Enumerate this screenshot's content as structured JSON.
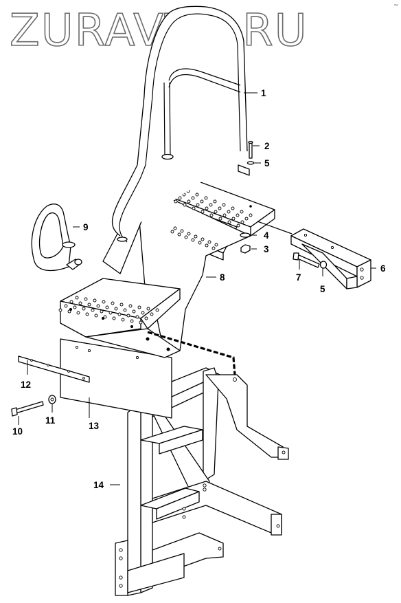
{
  "watermark": "ZURAVTO.RU",
  "corner_mark": "~",
  "callouts": {
    "c1": "1",
    "c2": "2",
    "c3": "3",
    "c4": "4",
    "c5a": "5",
    "c5b": "5",
    "c6": "6",
    "c7": "7",
    "c8": "8",
    "c9": "9",
    "c10": "10",
    "c11": "11",
    "c12": "12",
    "c13": "13",
    "c14": "14"
  },
  "icons": {
    "handrail": "handrail-icon",
    "grab_handle": "grab-handle-icon",
    "step_frame": "step-frame-icon",
    "ladder_frame": "ladder-frame-icon",
    "bracket": "bracket-icon",
    "plate": "plate-icon",
    "strip": "strip-icon"
  },
  "colors": {
    "line": "#000000",
    "watermark_outline": "#6a6a6a",
    "background": "#ffffff"
  }
}
